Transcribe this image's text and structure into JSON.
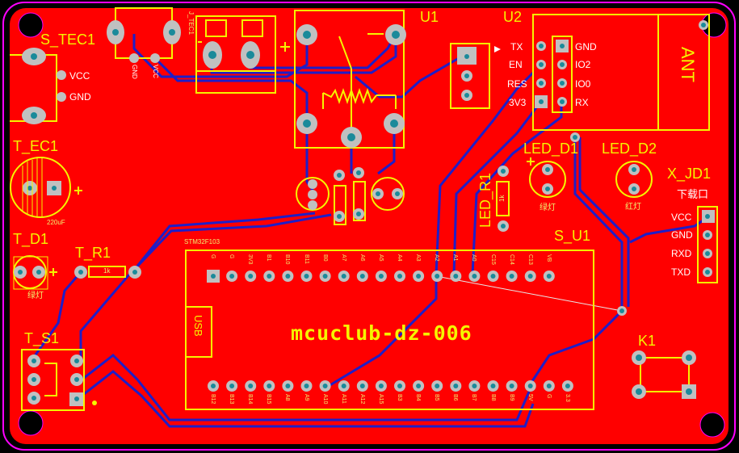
{
  "board": {
    "name": "mcuclub-dz-006",
    "colors": {
      "copper": "#ff0000",
      "silk": "#ffff00",
      "trace": "#1e1ec8",
      "pad": "#c0c0c0",
      "hole": "#1a8a9a",
      "outline": "#ff00ff"
    }
  },
  "components": {
    "s_tec1": {
      "ref": "S_TEC1",
      "pins": [
        "VCC",
        "GND"
      ]
    },
    "j_tec1": {
      "ref": "J_TEC1",
      "pins": [
        "GND",
        "VCC"
      ]
    },
    "u1": {
      "ref": "U1"
    },
    "u2": {
      "ref": "U2",
      "left_pins": [
        "TX",
        "EN",
        "RES",
        "3V3"
      ],
      "right_pins": [
        "GND",
        "IO2",
        "IO0",
        "RX"
      ],
      "antenna": "ANT"
    },
    "t_ec1": {
      "ref": "T_EC1",
      "value": "220uF"
    },
    "t_d1": {
      "ref": "T_D1",
      "note": "绿灯"
    },
    "t_r1": {
      "ref": "T_R1",
      "value": "1k"
    },
    "t_s1": {
      "ref": "T_S1"
    },
    "led_r1": {
      "ref": "LED_R1",
      "value": "1k"
    },
    "led_d1": {
      "ref": "LED_D1",
      "note": "绿灯"
    },
    "led_d2": {
      "ref": "LED_D2",
      "note": "红灯"
    },
    "x_jd1": {
      "ref": "X_JD1",
      "title": "下载口",
      "pins": [
        "VCC",
        "GND",
        "RXD",
        "TXD"
      ]
    },
    "s_u1": {
      "ref": "S_U1",
      "part": "STM32F103",
      "usb": "USB",
      "top_pins": [
        "G",
        "G",
        "3V3",
        "B1",
        "B10",
        "B11",
        "B0",
        "A7",
        "A6",
        "A5",
        "A4",
        "A3",
        "A2",
        "A1",
        "A0",
        "C15",
        "C14",
        "C13",
        "VB"
      ],
      "bottom_pins": [
        "B12",
        "B13",
        "B14",
        "B15",
        "A8",
        "A9",
        "A10",
        "A11",
        "A12",
        "A15",
        "B3",
        "B4",
        "B5",
        "B6",
        "B7",
        "B8",
        "B9",
        "5V",
        "G",
        "3.3"
      ]
    },
    "k1": {
      "ref": "K1"
    }
  }
}
